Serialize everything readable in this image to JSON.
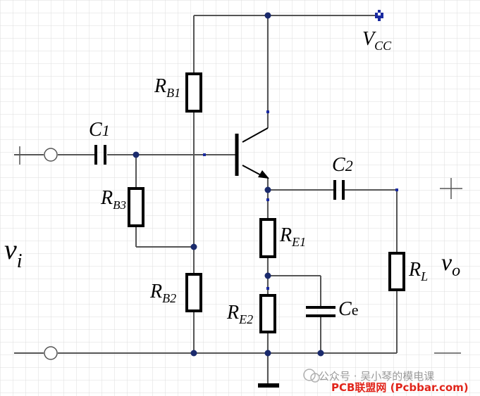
{
  "labels": {
    "vcc_main": "V",
    "vcc_sub": "CC",
    "c1_main": "C",
    "c1_sub": "1",
    "c2_main": "C",
    "c2_sub": "2",
    "rb1_main": "R",
    "rb1_sub": "B1",
    "rb2_main": "R",
    "rb2_sub": "B2",
    "rb3_main": "R",
    "rb3_sub": "B3",
    "re1_main": "R",
    "re1_sub": "E1",
    "re2_main": "R",
    "re2_sub": "E2",
    "rl_main": "R",
    "rl_sub": "L",
    "ce_main": "C",
    "ce_sub": "e",
    "vi_main": "v",
    "vi_sub": "i",
    "vo_main": "v",
    "vo_sub": "o"
  },
  "watermark": {
    "line1": "公众号 · 吴小琴的模电课",
    "line2": "PCB联盟网 (Pcbbar.com)"
  },
  "colors": {
    "grid": "#d9d9d9",
    "wire": "#555555",
    "node": "#1a2a6c",
    "terminal_mark": "#1a2aa0",
    "watermark_red": "#e1251b"
  }
}
